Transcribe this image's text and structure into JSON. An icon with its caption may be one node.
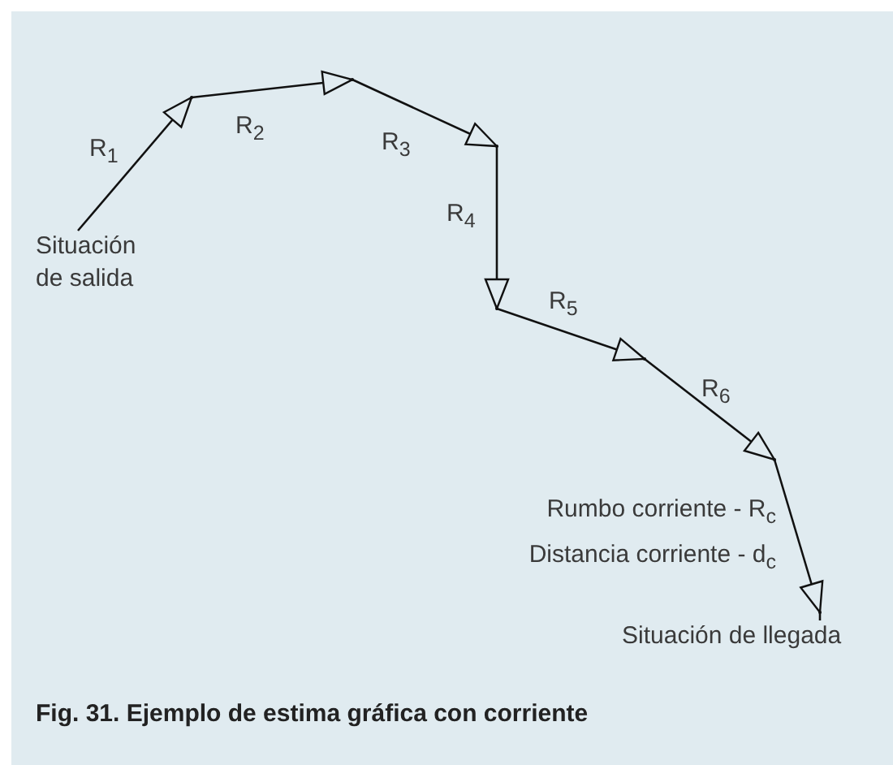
{
  "diagram": {
    "caption": "Fig. 31. Ejemplo de estima gráfica con corriente",
    "nodes": [
      {
        "text": [
          "Situación de salida"
        ]
      },
      {
        "text": [],
        "shape": "point"
      },
      {
        "text": [],
        "shape": "point"
      },
      {
        "text": [],
        "shape": "point"
      },
      {
        "text": [],
        "shape": "point"
      },
      {
        "text": [],
        "shape": "point"
      },
      {
        "text": [],
        "shape": "point"
      },
      {
        "text": [],
        "shape": "point"
      },
      {
        "text": [
          "Situación de llegada"
        ]
      }
    ],
    "edges": [
      {
        "from": 0,
        "to": 1,
        "arrow": "to",
        "label": "R$_{1}$"
      },
      {
        "from": 1,
        "to": 2,
        "arrow": "to",
        "label": "R$_{2}$"
      },
      {
        "from": 2,
        "to": 3,
        "arrow": "to",
        "label": "R$_{3}$"
      },
      {
        "from": 3,
        "to": 4,
        "arrow": "to",
        "label": "R$_{4}$"
      },
      {
        "from": 4,
        "to": 5,
        "arrow": "to",
        "label": "R$_{5}$"
      },
      {
        "from": 5,
        "to": 6,
        "arrow": "to",
        "label": "R$_{6}$"
      },
      {
        "from": 6,
        "to": 7,
        "arrow": "to",
        "label": "Rumbo corriente - R$_{c}$ Distancia corriente - d$_{c}$"
      },
      {
        "from": 7,
        "to": 8,
        "arrow": "none"
      }
    ]
  }
}
